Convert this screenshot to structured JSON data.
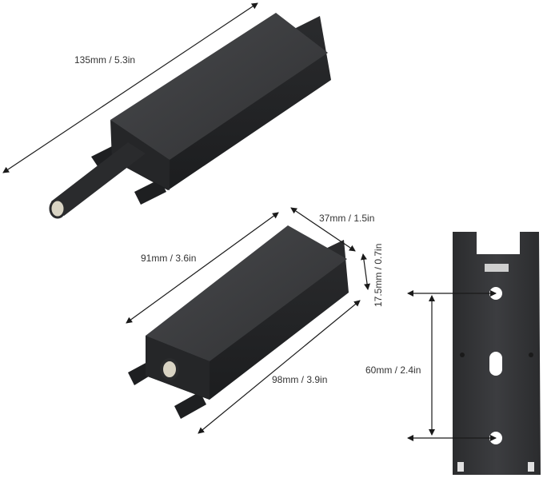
{
  "dimensions": {
    "overall_length": "135mm / 5.3in",
    "body_length_top": "91mm / 3.6in",
    "body_width": "37mm / 1.5in",
    "body_height": "17.5mm / 0.7in",
    "body_length_bottom": "98mm / 3.9in",
    "hole_spacing": "60mm / 2.4in"
  },
  "colors": {
    "body": "#2e2f31",
    "body_top": "#3a3b3d",
    "body_edge": "#1f2022",
    "arrow": "#1a1a1a",
    "background": "#ffffff"
  }
}
